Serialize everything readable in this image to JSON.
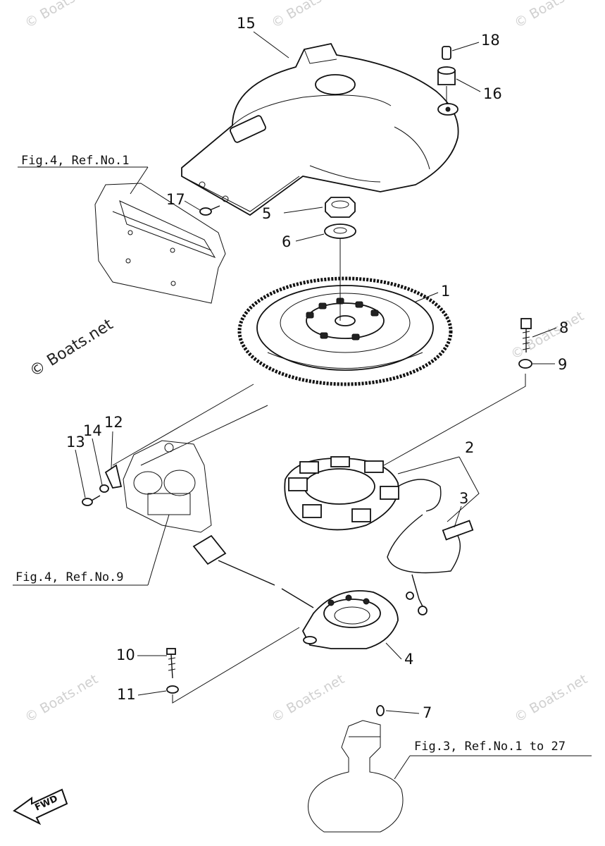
{
  "watermark": {
    "text": "© Boats.net"
  },
  "callouts": {
    "c1": "1",
    "c2": "2",
    "c3": "3",
    "c4": "4",
    "c5": "5",
    "c6": "6",
    "c7": "7",
    "c8": "8",
    "c9": "9",
    "c10": "10",
    "c11": "11",
    "c12": "12",
    "c13": "13",
    "c14": "14",
    "c15": "15",
    "c16": "16",
    "c17": "17",
    "c18": "18"
  },
  "references": {
    "fig4_ref1": "Fig.4, Ref.No.1",
    "fig4_ref9": "Fig.4, Ref.No.9",
    "fig3_ref": "Fig.3, Ref.No.1 to 27"
  },
  "fwd_label": "FWD"
}
